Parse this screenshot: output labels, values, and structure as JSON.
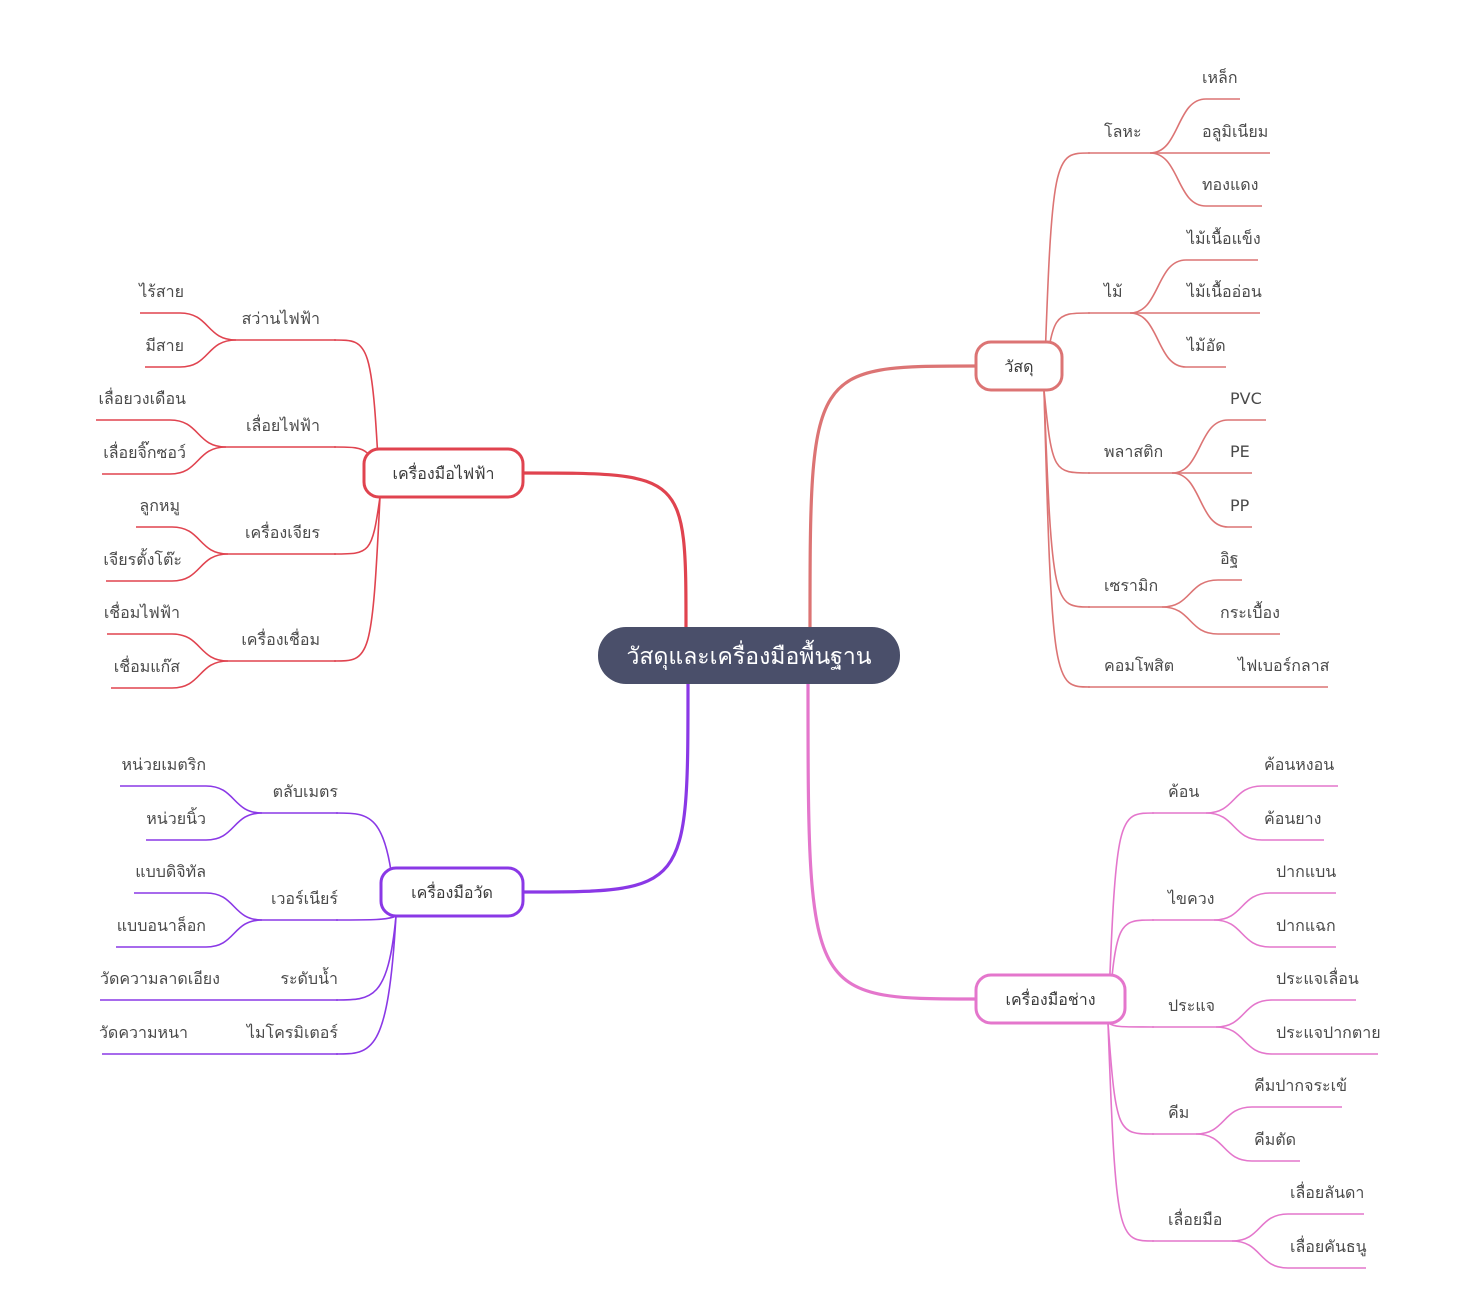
{
  "root": {
    "label": "วัสดุและเครื่องมือพื้นฐาน",
    "color": "#4a4f6a"
  },
  "branches": [
    {
      "label": "วัสดุ",
      "color": "#dc7474",
      "children": [
        {
          "label": "โลหะ",
          "children": [
            {
              "label": "เหล็ก"
            },
            {
              "label": "อลูมิเนียม"
            },
            {
              "label": "ทองแดง"
            }
          ]
        },
        {
          "label": "ไม้",
          "children": [
            {
              "label": "ไม้เนื้อแข็ง"
            },
            {
              "label": "ไม้เนื้ออ่อน"
            },
            {
              "label": "ไม้อัด"
            }
          ]
        },
        {
          "label": "พลาสติก",
          "children": [
            {
              "label": "PVC"
            },
            {
              "label": "PE"
            },
            {
              "label": "PP"
            }
          ]
        },
        {
          "label": "เซรามิก",
          "children": [
            {
              "label": "อิฐ"
            },
            {
              "label": "กระเบื้อง"
            }
          ]
        },
        {
          "label": "คอมโพสิต",
          "children": [
            {
              "label": "ไฟเบอร์กลาส"
            }
          ]
        }
      ]
    },
    {
      "label": "เครื่องมือช่าง",
      "color": "#e476cc",
      "children": [
        {
          "label": "ค้อน",
          "children": [
            {
              "label": "ค้อนหงอน"
            },
            {
              "label": "ค้อนยาง"
            }
          ]
        },
        {
          "label": "ไขควง",
          "children": [
            {
              "label": "ปากแบน"
            },
            {
              "label": "ปากแฉก"
            }
          ]
        },
        {
          "label": "ประแจ",
          "children": [
            {
              "label": "ประแจเลื่อน"
            },
            {
              "label": "ประแจปากตาย"
            }
          ]
        },
        {
          "label": "คีม",
          "children": [
            {
              "label": "คีมปากจระเข้"
            },
            {
              "label": "คีมตัด"
            }
          ]
        },
        {
          "label": "เลื่อยมือ",
          "children": [
            {
              "label": "เลื่อยลันดา"
            },
            {
              "label": "เลื่อยคันธนู"
            }
          ]
        }
      ]
    },
    {
      "label": "เครื่องมือไฟฟ้า",
      "color": "#e0434f",
      "children": [
        {
          "label": "สว่านไฟฟ้า",
          "children": [
            {
              "label": "ไร้สาย"
            },
            {
              "label": "มีสาย"
            }
          ]
        },
        {
          "label": "เลื่อยไฟฟ้า",
          "children": [
            {
              "label": "เลื่อยวงเดือน"
            },
            {
              "label": "เลื่อยจิ๊กซอว์"
            }
          ]
        },
        {
          "label": "เครื่องเจียร",
          "children": [
            {
              "label": "ลูกหมู"
            },
            {
              "label": "เจียรตั้งโต๊ะ"
            }
          ]
        },
        {
          "label": "เครื่องเชื่อม",
          "children": [
            {
              "label": "เชื่อมไฟฟ้า"
            },
            {
              "label": "เชื่อมแก๊ส"
            }
          ]
        }
      ]
    },
    {
      "label": "เครื่องมือวัด",
      "color": "#8a38e6",
      "children": [
        {
          "label": "ตลับเมตร",
          "children": [
            {
              "label": "หน่วยเมตริก"
            },
            {
              "label": "หน่วยนิ้ว"
            }
          ]
        },
        {
          "label": "เวอร์เนียร์",
          "children": [
            {
              "label": "แบบดิจิทัล"
            },
            {
              "label": "แบบอนาล็อก"
            }
          ]
        },
        {
          "label": "ระดับน้ำ",
          "children": [
            {
              "label": "วัดความลาดเอียง"
            }
          ]
        },
        {
          "label": "ไมโครมิเตอร์",
          "children": [
            {
              "label": "วัดความหนา"
            }
          ]
        }
      ]
    }
  ]
}
